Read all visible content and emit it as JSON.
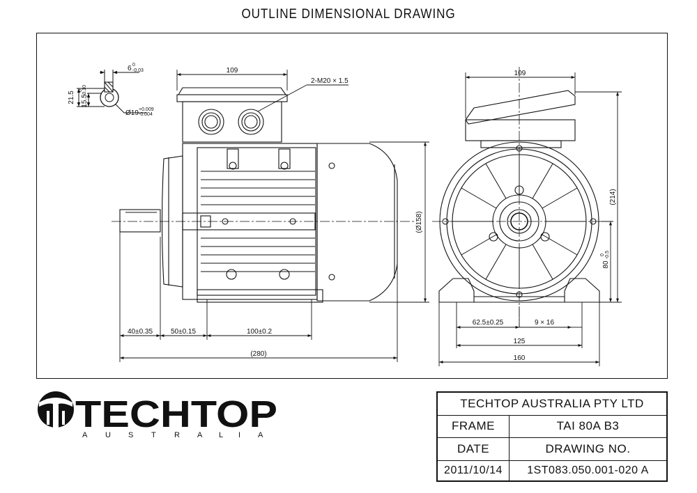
{
  "page_title": "OUTLINE DIMENSIONAL DRAWING",
  "dimensions": {
    "side_top_width": "109",
    "cable_gland": "2-M20 × 1.5",
    "body_diameter": "(Ø158)",
    "shaft_length": "40±0.35",
    "c_dim": "50±0.15",
    "b_dim": "100±0.2",
    "total_length": "(280)",
    "end_top_width": "109",
    "height_total": "(214)",
    "shaft_height": "80",
    "shaft_height_tol_upper": "0",
    "shaft_height_tol_lower": "-0.5",
    "half_a": "62.5±0.25",
    "hole_size": "9 × 16",
    "a_dim": "125",
    "foot_width": "160",
    "key_width": "6",
    "key_width_tol_upper": "0",
    "key_width_tol_lower": "-0.03",
    "key_height": "21.5",
    "key_depth": "15.5",
    "key_depth_tol_upper": "0",
    "key_depth_tol_lower": "-0.10",
    "shaft_dia": "Ø19",
    "shaft_dia_tol_upper": "+0.009",
    "shaft_dia_tol_lower": "-0.004"
  },
  "logo": {
    "name": "TECHTOP",
    "sub_letters": [
      "A",
      "U",
      "S",
      "T",
      "R",
      "A",
      "L",
      "I",
      "A"
    ]
  },
  "title_block": {
    "company": "TECHTOP AUSTRALIA PTY LTD",
    "frame_label": "FRAME",
    "frame_value": "TAI 80A B3",
    "date_label": "DATE",
    "drawing_no_label": "DRAWING NO.",
    "date_value": "2011/10/14",
    "drawing_no_value": "1ST083.050.001-020 A"
  }
}
